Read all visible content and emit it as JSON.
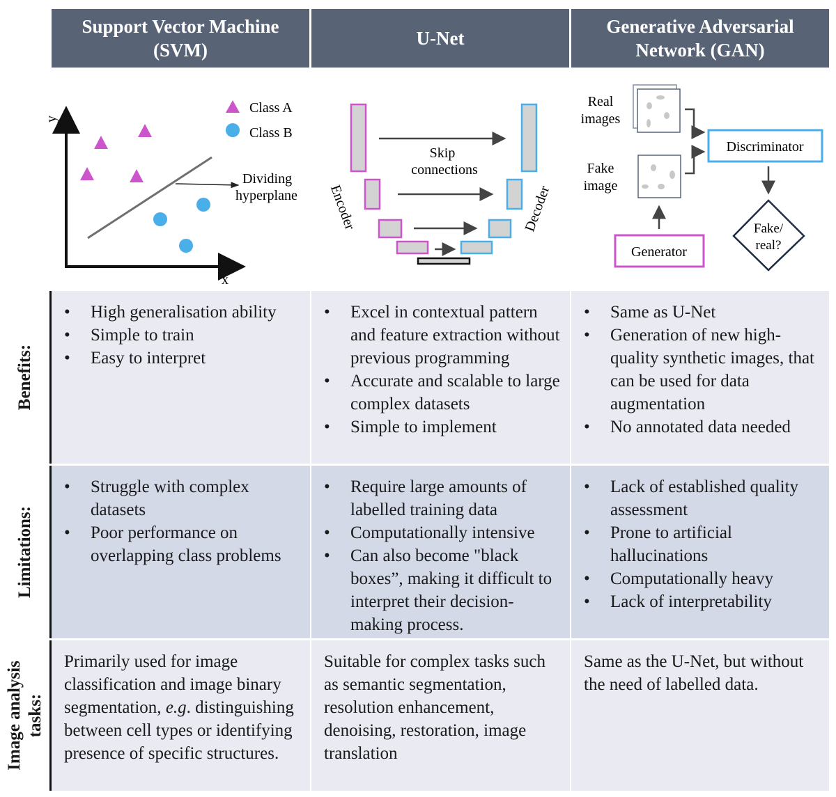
{
  "headers": [
    {
      "line1": "Support Vector Machine",
      "line2": "(SVM)"
    },
    {
      "line1": "U-Net",
      "line2": ""
    },
    {
      "line1": "Generative Adversarial",
      "line2": "Network (GAN)"
    }
  ],
  "svm_diagram": {
    "x_axis_label": "x",
    "y_axis_label": "y",
    "legend": [
      {
        "label": "Class A",
        "shape": "triangle",
        "color": "#cc55cc"
      },
      {
        "label": "Class B",
        "shape": "circle",
        "color": "#4aaee8"
      }
    ],
    "annotation_line1": "Dividing",
    "annotation_line2": "hyperplane"
  },
  "unet_diagram": {
    "skip_label_line1": "Skip",
    "skip_label_line2": "connections",
    "encoder_label": "Encoder",
    "decoder_label": "Decoder",
    "encoder_color": "#cc55cc",
    "decoder_color": "#4aaee8"
  },
  "gan_diagram": {
    "real_label_line1": "Real",
    "real_label_line2": "images",
    "fake_label_line1": "Fake",
    "fake_label_line2": "image",
    "discriminator_label": "Discriminator",
    "generator_label": "Generator",
    "decision_line1": "Fake/",
    "decision_line2": "real?",
    "discriminator_color": "#4aaee8",
    "generator_color": "#cc55cc"
  },
  "rows": [
    {
      "label": "Benefits:",
      "cells": [
        {
          "bullets": [
            "High generalisation ability",
            "Simple to train",
            "Easy to interpret"
          ]
        },
        {
          "bullets": [
            "Excel in contextual pattern and feature extraction without previous programming",
            "Accurate and scalable to large complex datasets",
            "Simple to implement"
          ]
        },
        {
          "bullets": [
            "Same as U-Net",
            "Generation of new high-quality synthetic images, that can be used for data augmentation",
            "No annotated data needed"
          ]
        }
      ]
    },
    {
      "label": "Limitations:",
      "cells": [
        {
          "bullets": [
            "Struggle with complex datasets",
            "Poor performance on overlapping class problems"
          ]
        },
        {
          "bullets": [
            "Require large amounts of labelled training data",
            "Computationally intensive",
            "Can also become \"black boxes”, making it difficult to interpret their decision-making process."
          ]
        },
        {
          "bullets": [
            "Lack of established quality assessment",
            "Prone to artificial hallucinations",
            "Computationally heavy",
            "Lack of interpretability"
          ]
        }
      ]
    },
    {
      "label_line1": "Image analysis",
      "label_line2": "tasks:",
      "cells": [
        {
          "text_before": "Primarily used for image classification and image binary segmentation, ",
          "text_italic": "e.g",
          "text_after": ". distinguishing between cell types or identifying presence of specific structures."
        },
        {
          "text": "Suitable for complex tasks such as semantic segmentation, resolution enhancement, denoising, restoration, image translation"
        },
        {
          "text": "Same as the U-Net, but without the need of labelled data."
        }
      ]
    }
  ]
}
